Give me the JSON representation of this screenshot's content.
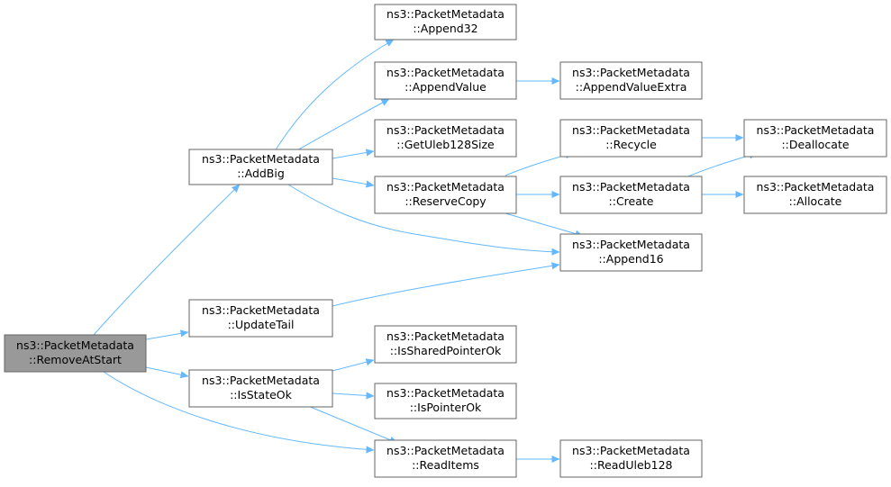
{
  "colors": {
    "node_fill": "#ffffff",
    "node_stroke": "#666666",
    "root_fill": "#999999",
    "edge": "#63b8ff"
  },
  "nodes": {
    "remove_at_start": {
      "line1": "ns3::PacketMetadata",
      "line2": "::RemoveAtStart"
    },
    "add_big": {
      "line1": "ns3::PacketMetadata",
      "line2": "::AddBig"
    },
    "update_tail": {
      "line1": "ns3::PacketMetadata",
      "line2": "::UpdateTail"
    },
    "is_state_ok": {
      "line1": "ns3::PacketMetadata",
      "line2": "::IsStateOk"
    },
    "append32": {
      "line1": "ns3::PacketMetadata",
      "line2": "::Append32"
    },
    "append_value": {
      "line1": "ns3::PacketMetadata",
      "line2": "::AppendValue"
    },
    "get_uleb128_size": {
      "line1": "ns3::PacketMetadata",
      "line2": "::GetUleb128Size"
    },
    "reserve_copy": {
      "line1": "ns3::PacketMetadata",
      "line2": "::ReserveCopy"
    },
    "is_shared_pointer_ok": {
      "line1": "ns3::PacketMetadata",
      "line2": "::IsSharedPointerOk"
    },
    "is_pointer_ok": {
      "line1": "ns3::PacketMetadata",
      "line2": "::IsPointerOk"
    },
    "read_items": {
      "line1": "ns3::PacketMetadata",
      "line2": "::ReadItems"
    },
    "append_value_extra": {
      "line1": "ns3::PacketMetadata",
      "line2": "::AppendValueExtra"
    },
    "recycle": {
      "line1": "ns3::PacketMetadata",
      "line2": "::Recycle"
    },
    "create": {
      "line1": "ns3::PacketMetadata",
      "line2": "::Create"
    },
    "append16": {
      "line1": "ns3::PacketMetadata",
      "line2": "::Append16"
    },
    "read_uleb128": {
      "line1": "ns3::PacketMetadata",
      "line2": "::ReadUleb128"
    },
    "deallocate": {
      "line1": "ns3::PacketMetadata",
      "line2": "::Deallocate"
    },
    "allocate": {
      "line1": "ns3::PacketMetadata",
      "line2": "::Allocate"
    }
  }
}
